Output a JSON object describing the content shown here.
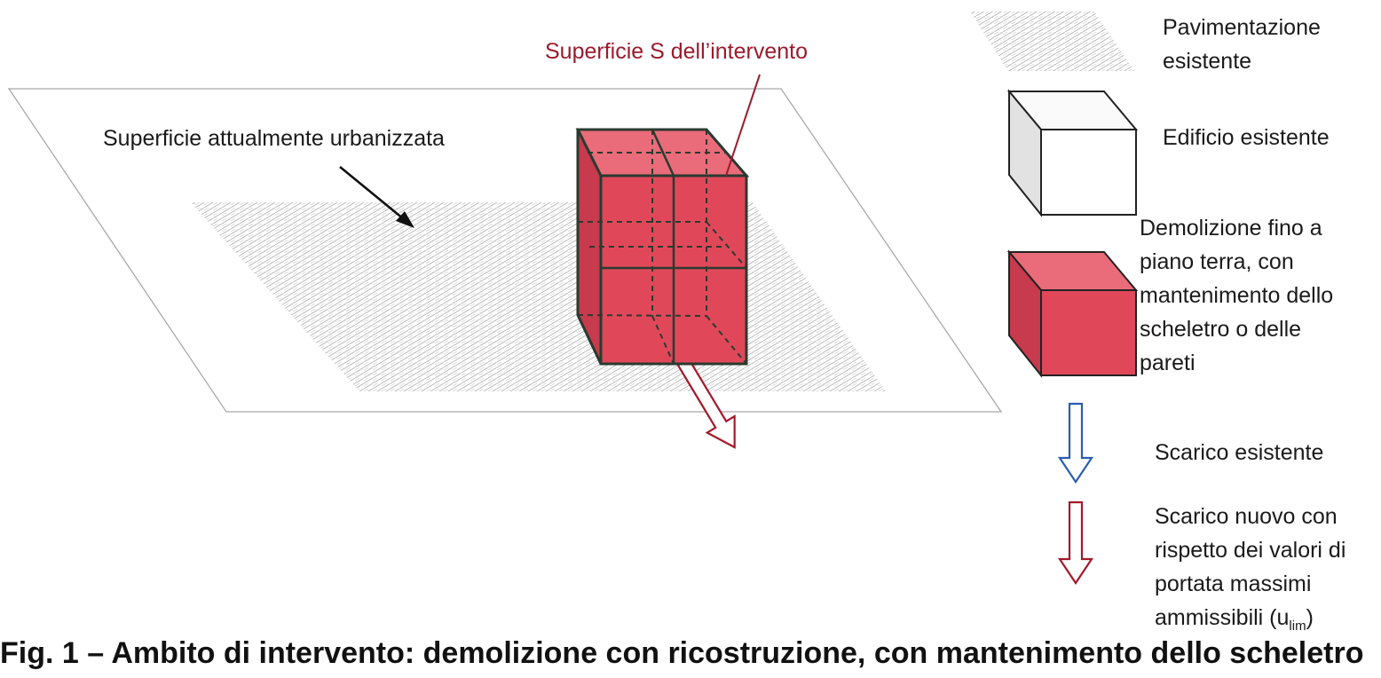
{
  "labels": {
    "intervention_surface": "Superficie S dell’intervento",
    "urbanized_surface": "Superficie attualmente urbanizzata"
  },
  "legend": [
    {
      "id": "pavement",
      "icon": "hatched-pavement-icon",
      "lines": [
        "Pavimentazione",
        "esistente"
      ]
    },
    {
      "id": "building",
      "icon": "white-cube-icon",
      "lines": [
        "Edificio esistente"
      ]
    },
    {
      "id": "demolition",
      "icon": "red-cube-icon",
      "lines": [
        "Demolizione fino a",
        "piano terra, con",
        "mantenimento dello",
        "scheletro o delle",
        "pareti"
      ]
    },
    {
      "id": "existing_drain",
      "icon": "blue-down-arrow-icon",
      "lines": [
        "Scarico esistente"
      ]
    },
    {
      "id": "new_drain",
      "icon": "red-down-arrow-icon",
      "lines": [
        "Scarico nuovo con",
        "rispetto dei valori di",
        "portata massimi"
      ],
      "last_line": {
        "text": "ammissibili (u",
        "sub": "lim",
        "suffix": ")"
      }
    }
  ],
  "bottom_text": "Fig. 1 – Ambito di intervento: demolizione con ricostruzione, con mantenimento dello scheletro",
  "colors": {
    "red_fill": "#e0485a",
    "red_dark": "#9b1b2c",
    "blue_arrow": "#2a5db0",
    "red_arrow": "#a3192b",
    "pavement": "#bdbdbd"
  }
}
